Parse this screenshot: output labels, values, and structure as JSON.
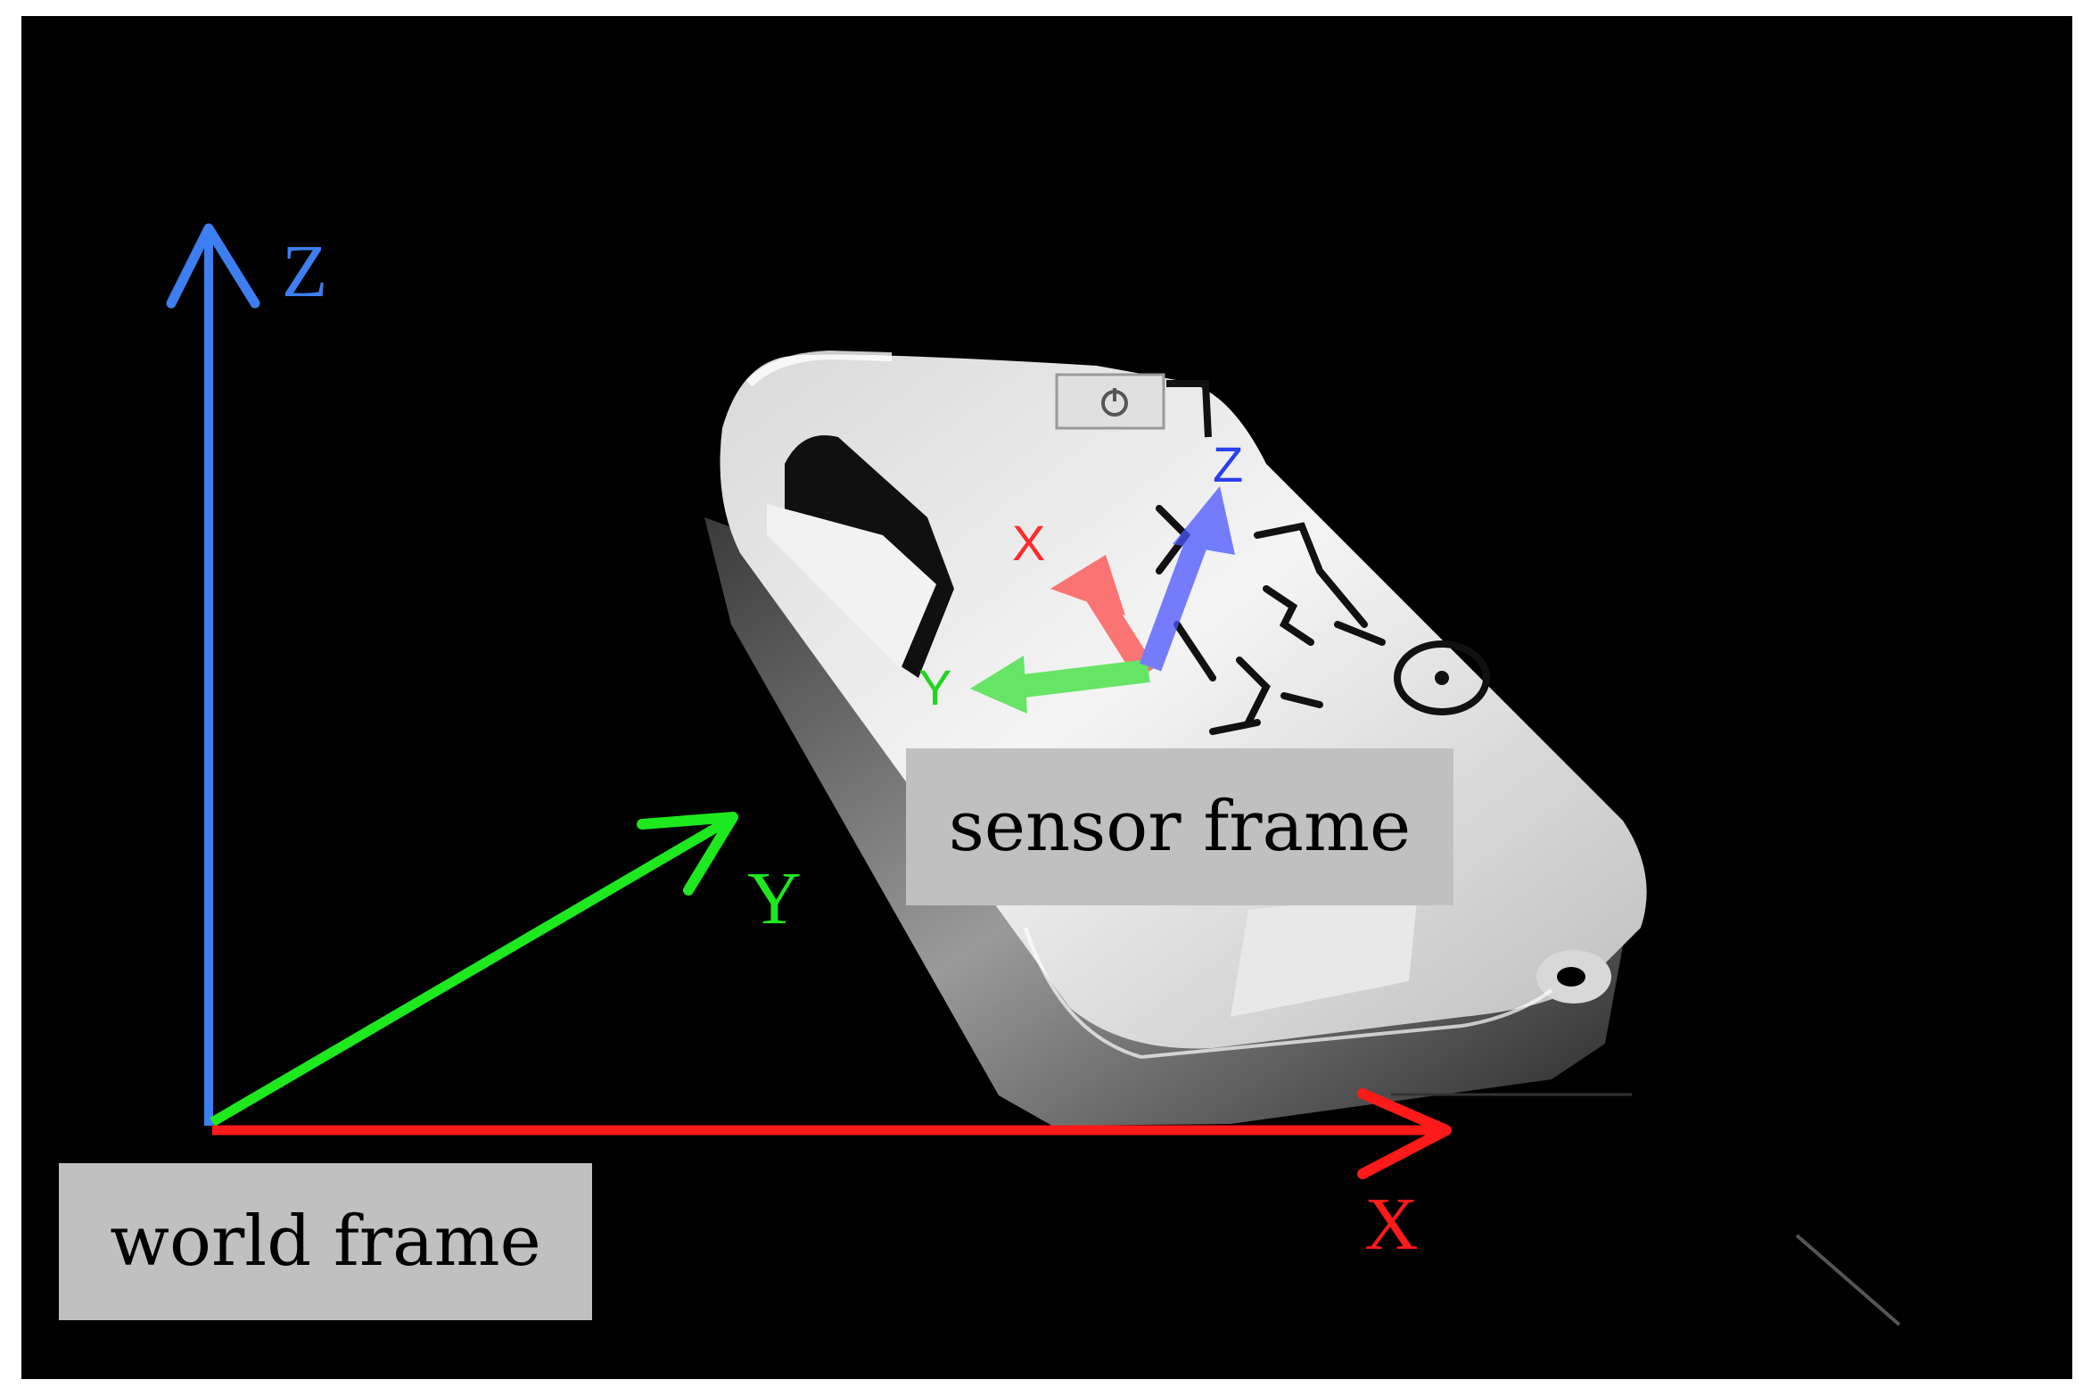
{
  "world_frame": {
    "label": "world frame",
    "axes": {
      "x": {
        "label": "X",
        "color": "#ff1a1a"
      },
      "y": {
        "label": "Y",
        "color": "#1ee81e"
      },
      "z": {
        "label": "Z",
        "color": "#3d7ff0"
      }
    }
  },
  "sensor_frame": {
    "label": "sensor frame",
    "axes": {
      "x": {
        "label": "X",
        "color": "#ff2a2a"
      },
      "y": {
        "label": "Y",
        "color": "#22d422"
      },
      "z": {
        "label": "Z",
        "color": "#2a3ff0"
      }
    }
  },
  "colors": {
    "background": "#000000",
    "border": "#ffffff",
    "label_box": "#c0c0c0"
  }
}
